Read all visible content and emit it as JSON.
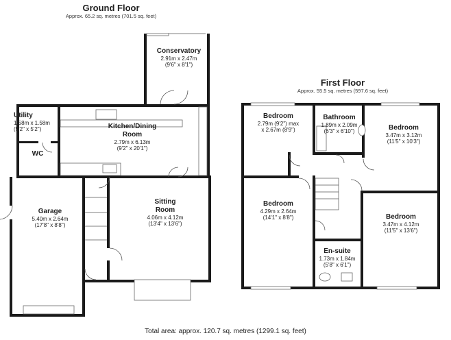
{
  "ground_floor": {
    "title": "Ground Floor",
    "area": "Approx. 65.2 sq. metres (701.5 sq. feet)",
    "rooms": {
      "conservatory": {
        "name": "Conservatory",
        "metric": "2.91m x 2.47m",
        "imperial": "(9'6\" x 8'1\")"
      },
      "utility": {
        "name": "Utility",
        "metric": "1.58m x 1.58m",
        "imperial": "(5'2\" x 5'2\")"
      },
      "kitchen": {
        "name": "Kitchen/Dining",
        "name2": "Room",
        "metric": "2.79m x 6.13m",
        "imperial": "(9'2\" x 20'1\")"
      },
      "wc": {
        "name": "WC"
      },
      "garage": {
        "name": "Garage",
        "metric": "5.40m x 2.64m",
        "imperial": "(17'8\" x 8'8\")"
      },
      "sitting": {
        "name": "Sitting",
        "name2": "Room",
        "metric": "4.06m x 4.12m",
        "imperial": "(13'4\" x 13'6\")"
      }
    }
  },
  "first_floor": {
    "title": "First Floor",
    "area": "Approx. 55.5 sq. metres (597.6 sq. feet)",
    "rooms": {
      "bedroom_a": {
        "name": "Bedroom",
        "metric": "2.79m (9'2\") max",
        "imperial": "x 2.67m (8'9\")"
      },
      "bathroom": {
        "name": "Bathroom",
        "metric": "1.89m x 2.09m",
        "imperial": "(6'3\" x 6'10\")"
      },
      "bedroom_b": {
        "name": "Bedroom",
        "metric": "3.47m x 3.12m",
        "imperial": "(11'5\" x 10'3\")"
      },
      "bedroom_c": {
        "name": "Bedroom",
        "metric": "4.29m x 2.64m",
        "imperial": "(14'1\" x 8'8\")"
      },
      "bedroom_d": {
        "name": "Bedroom",
        "metric": "3.47m x 4.12m",
        "imperial": "(11'5\" x 13'6\")"
      },
      "ensuite": {
        "name": "En-suite",
        "metric": "1.73m x 1.84m",
        "imperial": "(5'8\" x 6'1\")"
      }
    }
  },
  "total_area": "Total area: approx. 120.7 sq. metres (1299.1 sq. feet)"
}
